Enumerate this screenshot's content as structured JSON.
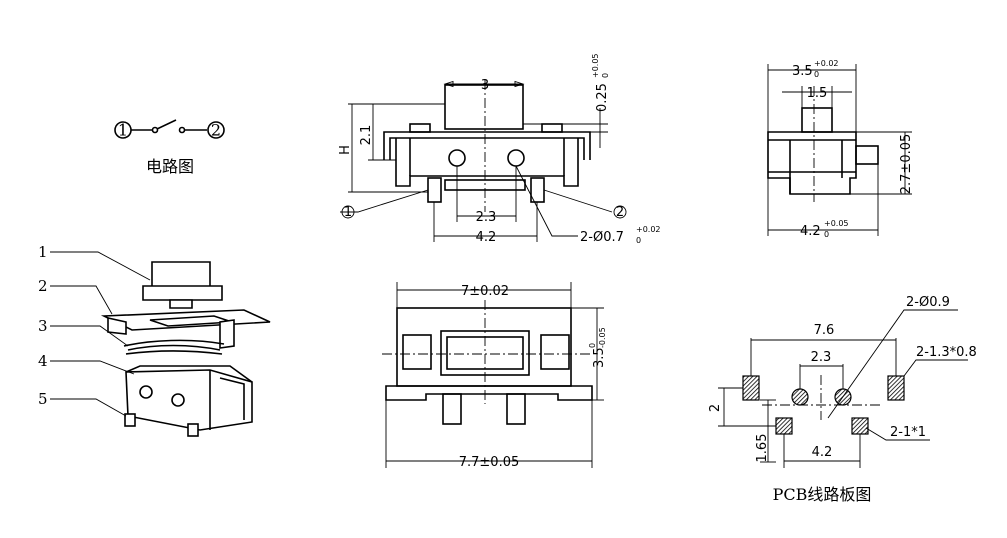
{
  "circuit": {
    "pin1": "1",
    "pin2": "2",
    "caption": "电路图"
  },
  "front_view": {
    "width_top": "3",
    "travel": "0.25",
    "travel_tol_top": "+0.05",
    "travel_tol_bottom": "0",
    "height_small": "2.1",
    "height_total": "H",
    "pin_spacing": "2.3",
    "pin_span": "4.2",
    "post_label": "2-Ø0.7",
    "post_tol_top": "+0.02",
    "post_tol_bottom": "0",
    "pin1_label": "1",
    "pin2_label": "2"
  },
  "side_view": {
    "top_width": "3.5",
    "top_tol_top": "+0.02",
    "top_tol_bottom": "0",
    "actuator_width": "1.5",
    "height": "2.7±0.05",
    "bottom_width": "4.2",
    "bottom_tol_top": "+0.05",
    "bottom_tol_bottom": "0"
  },
  "top_view": {
    "top_width": "7±0.02",
    "bottom_width": "7.7±0.05",
    "depth": "3.5",
    "depth_tol_top": "0",
    "depth_tol_bottom": "-0.05"
  },
  "exploded": {
    "parts": [
      "1",
      "2",
      "3",
      "4",
      "5"
    ]
  },
  "pcb": {
    "holes_label": "2-Ø0.9",
    "width": "7.6",
    "hole_spacing": "2.3",
    "pad_label_top": "2-1.3*0.8",
    "pad_label_bottom": "2-1*1",
    "vert_spacing": "2",
    "bottom_offset": "1.65",
    "bottom_spacing": "4.2",
    "caption": "PCB线路板图"
  }
}
